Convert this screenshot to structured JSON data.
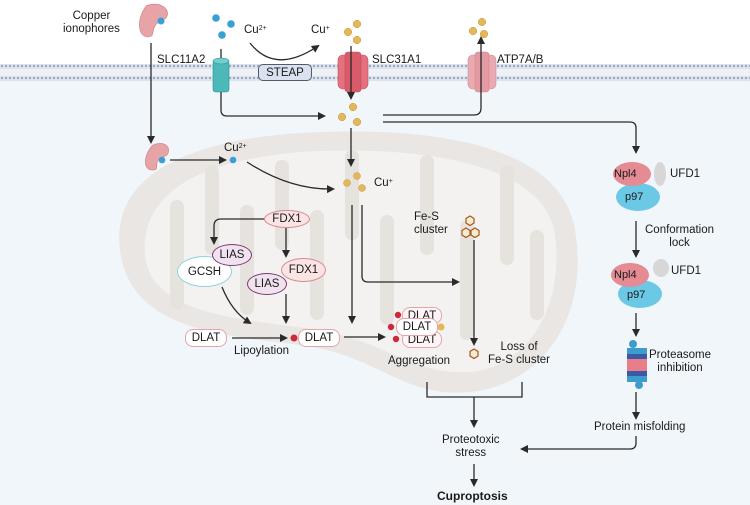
{
  "title": "Cuproptosis pathway",
  "colors": {
    "cytoplasm": "#f1f6fa",
    "membrane": "#9aa9c0",
    "mitochondrion": "#e8e6e4",
    "cu2_dot": "#3a9fd6",
    "cu1_dot": "#e3b75a",
    "transporter_pink": "#e5707e",
    "slc11a2_teal": "#4bb9b8",
    "fdx1_fill": "#fbe4e4",
    "fdx1_stroke": "#d98a8e",
    "lias_fill": "#f1e2ef",
    "lias_stroke": "#7a3b6c",
    "gcsh_stroke": "#8fd3da",
    "dlat_stroke": "#e4a5aa",
    "lipoyl_red": "#cc2a3a",
    "fes_fill": "#f6ecd5",
    "fes_stroke": "#a45a1a",
    "npl4_pink": "#e48b93",
    "p97_blue": "#6cc9e6",
    "ufd1_gray": "#d7d7d7",
    "arrow": "#2a2a2a"
  },
  "labels": {
    "copper_ionophores": "Copper\nionophores",
    "slc11a2": "SLC11A2",
    "cu2_extracellular": "Cu",
    "cu2_charge": "2+",
    "cu1_extracellular": "Cu",
    "cu1_charge": "+",
    "steap": "STEAP",
    "slc31a1": "SLC31A1",
    "atp7ab": "ATP7A/B",
    "cu2_mito": "Cu",
    "cu2_mito_charge": "2+",
    "cu1_mito": "Cu",
    "cu1_mito_charge": "+",
    "fdx1_top": "FDX1",
    "fdx1_complex": "FDX1",
    "lias_gcsh": "LIAS",
    "lias_complex": "LIAS",
    "gcsh": "GCSH",
    "dlat_unlipoylated": "DLAT",
    "lipoylation": "Lipoylation",
    "dlat_lipoylated": "DLAT",
    "dlat_agg_top": "DLAT",
    "dlat_agg_mid": "DLAT",
    "dlat_agg_bot": "DLAT",
    "aggregation": "Aggregation",
    "fes_cluster": "Fe-S\ncluster",
    "loss_fes": "Loss of\nFe-S cluster",
    "npl4_1": "Npl4",
    "p97_1": "p97",
    "ufd1_1": "UFD1",
    "conformation_lock": "Conformation\nlock",
    "npl4_2": "Npl4",
    "p97_2": "p97",
    "ufd1_2": "UFD1",
    "proteasome_inhibition": "Proteasome\ninhibition",
    "protein_misfolding": "Protein misfolding",
    "proteotoxic_stress": "Proteotoxic\nstress",
    "cuproptosis": "Cuproptosis"
  }
}
